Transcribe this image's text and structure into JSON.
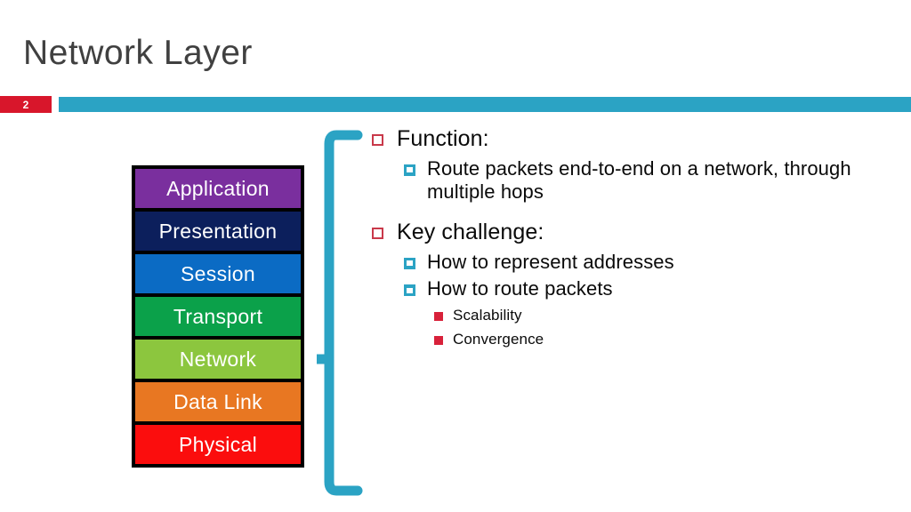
{
  "slide": {
    "title": "Network Layer",
    "number": "2",
    "colors": {
      "accent_teal": "#2BA3C4",
      "accent_red": "#D8162B",
      "title_gray": "#404040",
      "bullet1_outline": "#C9394A",
      "bullet3_fill": "#D8213A"
    }
  },
  "stack": {
    "name": "osi-layer-stack",
    "layers": [
      {
        "label": "Application",
        "color": "#7A2F9E"
      },
      {
        "label": "Presentation",
        "color": "#0C1F5C"
      },
      {
        "label": "Session",
        "color": "#0B6BC4"
      },
      {
        "label": "Transport",
        "color": "#0BA14A"
      },
      {
        "label": "Network",
        "color": "#8CC63E"
      },
      {
        "label": "Data Link",
        "color": "#E87722"
      },
      {
        "label": "Physical",
        "color": "#FB0D0D"
      }
    ],
    "highlighted_layer": "Network"
  },
  "content": {
    "bullets": [
      {
        "level": 1,
        "text": "Function:"
      },
      {
        "level": 2,
        "text": "Route packets end-to-end on a network, through multiple hops"
      },
      {
        "level": 1,
        "text": "Key challenge:"
      },
      {
        "level": 2,
        "text": "How to represent addresses"
      },
      {
        "level": 2,
        "text": "How to route packets"
      },
      {
        "level": 3,
        "text": "Scalability"
      },
      {
        "level": 3,
        "text": "Convergence"
      }
    ]
  }
}
